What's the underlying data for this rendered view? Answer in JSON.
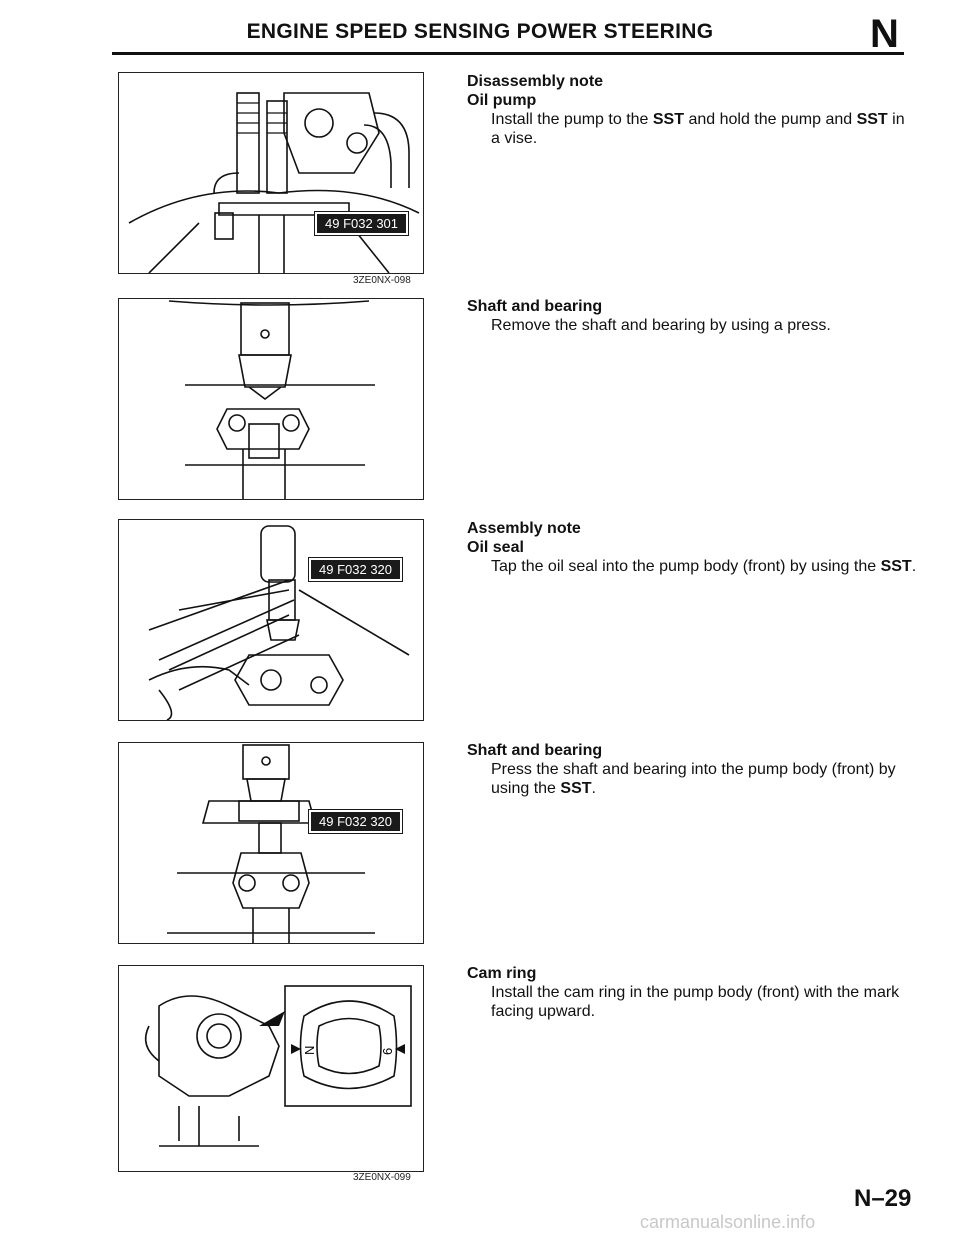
{
  "header": {
    "title": "ENGINE SPEED SENSING POWER STEERING",
    "section_letter": "N"
  },
  "figures": [
    {
      "sst": "49 F032 301",
      "code": "3ZE0NX-098"
    },
    {
      "sst": ""
    },
    {
      "sst": "49 F032 320"
    },
    {
      "sst": "49 F032 320"
    },
    {
      "code": "3ZE0NX-099",
      "marks": {
        "left": "N",
        "right": "6"
      }
    }
  ],
  "notes": [
    {
      "heading1": "Disassembly note",
      "heading2": "Oil pump",
      "pre": "Install the pump to the ",
      "sst1": "SST",
      "mid": " and hold the pump and ",
      "sst2": "SST",
      "post": " in a vise."
    },
    {
      "heading2": "Shaft and bearing",
      "text": "Remove the shaft and bearing by using a press."
    },
    {
      "heading1": "Assembly note",
      "heading2": "Oil seal",
      "pre": "Tap the oil seal into the pump body (front) by using the ",
      "sst": "SST",
      "post": "."
    },
    {
      "heading2": "Shaft and bearing",
      "pre": "Press the shaft and bearing into the pump body (front) by using the ",
      "sst": "SST",
      "post": "."
    },
    {
      "heading2": "Cam ring",
      "text": "Install the cam ring in the pump body (front) with the mark facing upward."
    }
  ],
  "page_number": "N–29",
  "watermark": "carmanualsonline.info"
}
